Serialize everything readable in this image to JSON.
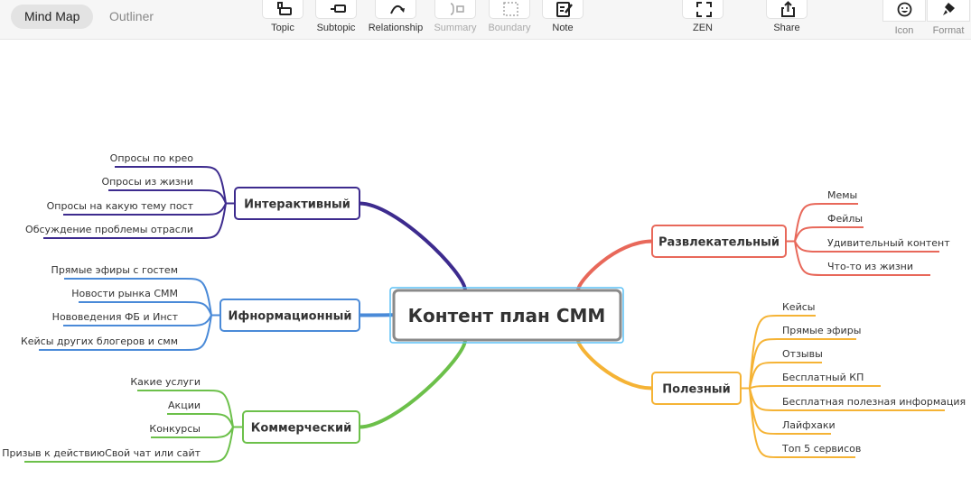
{
  "toolbar": {
    "view_tabs": [
      {
        "label": "Mind Map",
        "active": true
      },
      {
        "label": "Outliner",
        "active": false
      }
    ],
    "buttons": [
      {
        "id": "topic",
        "label": "Topic",
        "icon": "topic-icon",
        "enabled": true
      },
      {
        "id": "subtopic",
        "label": "Subtopic",
        "icon": "subtopic-icon",
        "enabled": true
      },
      {
        "id": "relationship",
        "label": "Relationship",
        "icon": "relationship-icon",
        "enabled": true
      },
      {
        "id": "summary",
        "label": "Summary",
        "icon": "summary-icon",
        "enabled": false
      },
      {
        "id": "boundary",
        "label": "Boundary",
        "icon": "boundary-icon",
        "enabled": false
      },
      {
        "id": "note",
        "label": "Note",
        "icon": "note-icon",
        "enabled": true
      },
      {
        "id": "zen",
        "label": "ZEN",
        "icon": "fullscreen-icon",
        "enabled": true
      },
      {
        "id": "share",
        "label": "Share",
        "icon": "share-icon",
        "enabled": true
      },
      {
        "id": "icon",
        "label": "Icon",
        "icon": "smiley-icon",
        "enabled": true
      },
      {
        "id": "format",
        "label": "Format",
        "icon": "paint-brush-icon",
        "enabled": true
      }
    ]
  },
  "map": {
    "central": "Контент план СММ",
    "branches": [
      {
        "label": "Интерактивный",
        "side": "left",
        "color": "#3d2b8e",
        "children": [
          "Опросы по крео",
          "Опросы из жизни",
          "Опросы на какую тему пост",
          "Обсуждение проблемы отрасли"
        ]
      },
      {
        "label": "Ифнормационный",
        "side": "left",
        "color": "#4a8ad8",
        "children": [
          "Прямые эфиры с гостем",
          "Новости рынка СММ",
          "Нововедения ФБ и Инст",
          "Кейсы других блогеров и смм"
        ]
      },
      {
        "label": "Коммерческий",
        "side": "left",
        "color": "#6cc04a",
        "children": [
          "Какие услуги",
          "Акции",
          "Конкурсы",
          "Призыв к действиюСвой чат или сайт"
        ]
      },
      {
        "label": "Развлекательный",
        "side": "right",
        "color": "#e8685a",
        "children": [
          "Мемы",
          "Фейлы",
          "Удивительный контент",
          "Что-то из жизни"
        ]
      },
      {
        "label": "Полезный",
        "side": "right",
        "color": "#f5b335",
        "children": [
          "Кейсы",
          "Прямые эфиры",
          "Отзывы",
          "Бесплатный КП",
          "Бесплатная полезная информация",
          "Лайфхаки",
          "Топ 5 сервисов"
        ]
      }
    ]
  }
}
